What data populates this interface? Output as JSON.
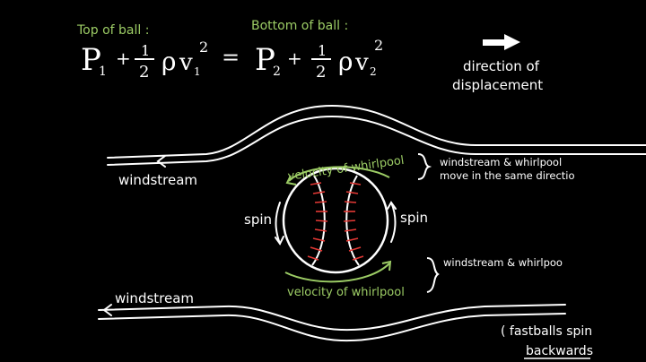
{
  "colors": {
    "background": "#000000",
    "ink": "#ffffff",
    "highlight": "#9ccc65",
    "stitch": "#e53935"
  },
  "labels": {
    "top_of_ball": "Top of ball :",
    "bottom_of_ball": "Bottom of ball :",
    "direction_line1": "direction of",
    "direction_line2": "displacement",
    "windstream_top": "windstream",
    "windstream_bottom": "windstream",
    "velocity_top": "velocity of whirlpool",
    "velocity_bottom": "velocity of whirlpool",
    "spin_left": "spin",
    "spin_right": "spin",
    "note_top_line1": "windstream & whirlpool",
    "note_top_line2": "move in the same directio",
    "note_bottom": "windstream & whirlpoo",
    "note_fastball_line1": "( fastballs spin",
    "note_fastball_line2": "backwards"
  },
  "equation": {
    "p1": "P",
    "p1_sub": "1",
    "plus1": "+",
    "half1_num": "1",
    "half1_den": "2",
    "rho1": "ρ",
    "v1": "v",
    "v1_sub": "1",
    "v1_sup": "2",
    "equals": "=",
    "p2": "P",
    "p2_sub": "2",
    "plus2": "+",
    "half2_num": "1",
    "half2_den": "2",
    "rho2": "ρ",
    "v2": "v",
    "v2_sub": "2",
    "v2_sup": "2"
  },
  "icons": {
    "direction_arrow": "thick-right-arrow-icon",
    "windstream_arrow": "left-arrow-icon",
    "spin_arrow_left": "down-arrow-icon",
    "spin_arrow_right": "up-arrow-icon"
  }
}
